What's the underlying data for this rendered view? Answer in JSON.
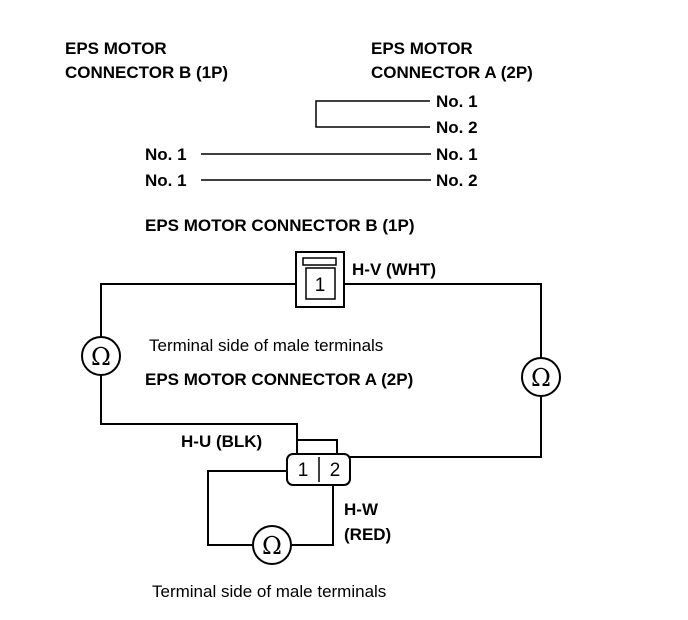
{
  "top_section": {
    "connector_b_header": [
      "EPS MOTOR",
      "CONNECTOR B (1P)"
    ],
    "connector_a_header": [
      "EPS MOTOR",
      "CONNECTOR A (2P)"
    ],
    "a_row1": "No. 1",
    "a_row2": "No. 2",
    "b_row3": "No. 1",
    "a_row3": "No. 1",
    "b_row4": "No. 1",
    "a_row4": "No. 2"
  },
  "bottom_section": {
    "connector_b_title": "EPS MOTOR CONNECTOR B (1P)",
    "connector_b_pin": "1",
    "hv_label": "H-V (WHT)",
    "terminal_side_label_1": "Terminal side of male terminals",
    "connector_a_title": "EPS MOTOR CONNECTOR A (2P)",
    "hu_label": "H-U (BLK)",
    "connector_a_pin1": "1",
    "connector_a_pin2": "2",
    "hw_label": [
      "H-W",
      "(RED)"
    ],
    "terminal_side_label_2": "Terminal side of male terminals",
    "meter_symbol": "Ω"
  }
}
